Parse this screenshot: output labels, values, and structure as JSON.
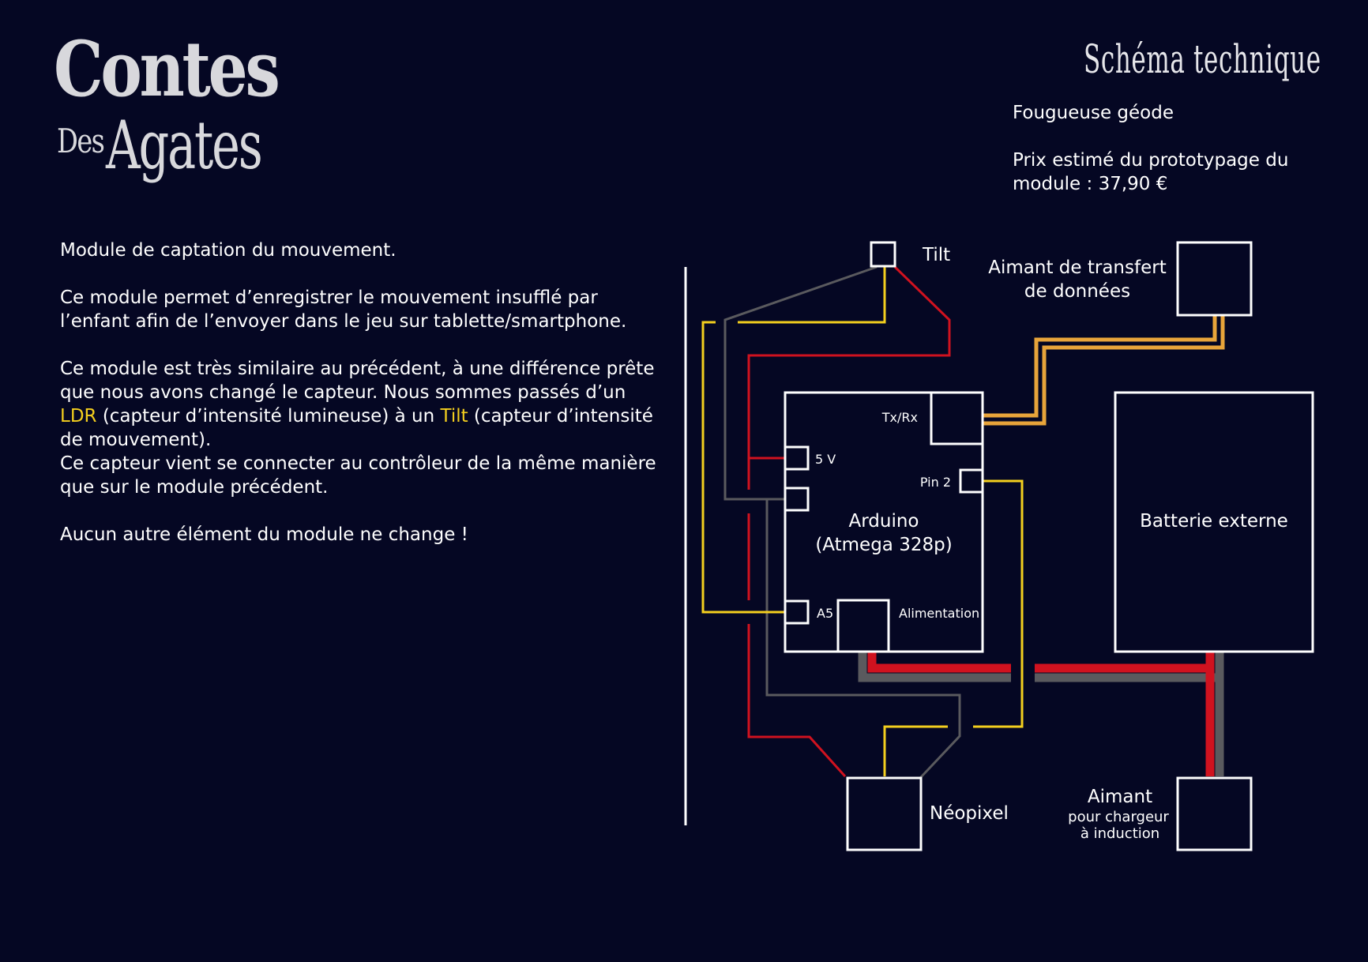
{
  "logo": {
    "line1": "Contes",
    "line2a": "Des",
    "line2b": "Agates"
  },
  "header": {
    "title": "Schéma technique",
    "subtitle": "Fougueuse géode",
    "price_line1": "Prix estimé du prototypage du",
    "price_line2": "module : 37,90 €"
  },
  "description": {
    "p1": "Module de captation du mouvement.",
    "p2_line1": "Ce module permet d’enregistrer le mouvement insufflé par",
    "p2_line2": "l’enfant afin de l’envoyer dans le jeu sur tablette/smartphone.",
    "p3_line1": "Ce module est très similaire au précédent, à une différence prête",
    "p3_line2": "que nous avons changé le capteur. Nous sommes passés d’un",
    "p3_line3_hl1": "LDR",
    "p3_line3_mid": " (capteur d’intensité lumineuse) à un ",
    "p3_line3_hl2": "Tilt",
    "p3_line3_end": " (capteur d’intensité",
    "p3_line4": "de mouvement).",
    "p3_line5": "Ce capteur vient se connecter au contrôleur de la même manière",
    "p3_line6": "que sur le module précédent.",
    "p4": "Aucun autre élément du module ne change !"
  },
  "diagram": {
    "tilt": "Tilt",
    "aimant_transfert_line1": "Aimant de transfert",
    "aimant_transfert_line2": "de données",
    "arduino_line1": "Arduino",
    "arduino_line2": "(Atmega 328p)",
    "pin_txrx": "Tx/Rx",
    "pin_5v": "5 V",
    "pin_2": "Pin 2",
    "pin_a5": "A5",
    "pin_alim": "Alimentation",
    "batterie": "Batterie externe",
    "neopixel": "Néopixel",
    "aimant_charge_line1": "Aimant",
    "aimant_charge_line2": "pour chargeur",
    "aimant_charge_line3": "à induction"
  },
  "colors": {
    "background": "#050723",
    "wire_red": "#d0121f",
    "wire_yellow": "#f4cf1e",
    "wire_gray": "#5a5a5e",
    "wire_orange": "#e8a43a",
    "highlight": "#f4cf1e"
  }
}
